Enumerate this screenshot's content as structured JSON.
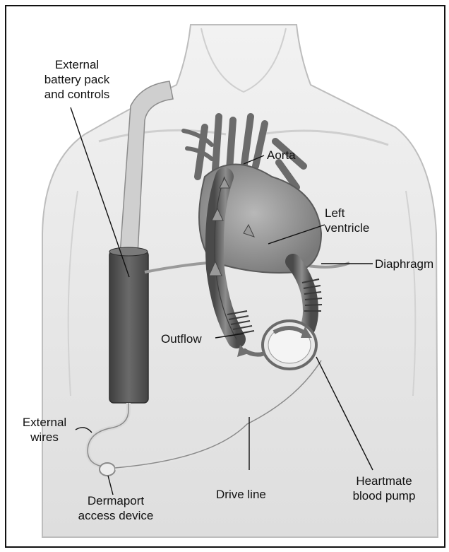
{
  "labels": {
    "battery": "External\nbattery pack\nand controls",
    "aorta": "Aorta",
    "left_ventricle": "Left\nventricle",
    "diaphragm": "Diaphragm",
    "outflow": "Outflow",
    "external_wires": "External\nwires",
    "dermaport": "Dermaport\naccess device",
    "drive_line": "Drive line",
    "heartmate": "Heartmate\nblood pump"
  },
  "colors": {
    "background": "#ffffff",
    "body_fill": "#e6e6e6",
    "body_outline": "#bdbdbd",
    "heart": "#8a8a8a",
    "vessels": "#6b6b6b",
    "battery": "#5e5e5e",
    "leader_lines": "#111111"
  }
}
